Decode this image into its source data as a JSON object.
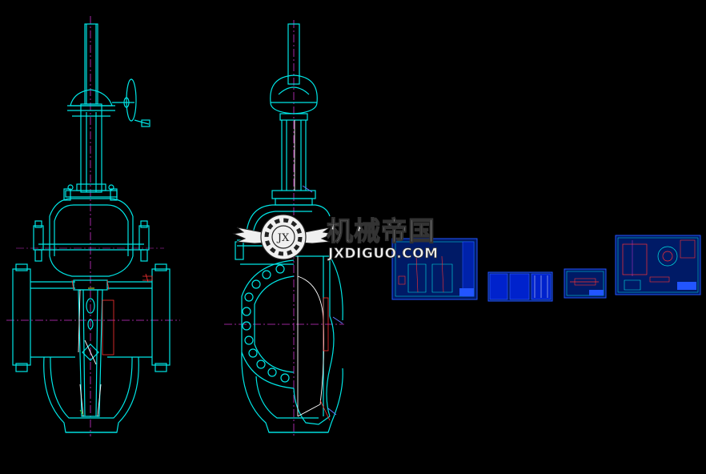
{
  "watermark": {
    "cn_text": "机械帝国",
    "url_text": "JXDIGUO.COM",
    "logo_letters": "JX"
  },
  "colors": {
    "background": "#000000",
    "outline": "#00e5e5",
    "centerline": "#cc33cc",
    "hatch": "#ff3333",
    "sheet_border": "#2255ff",
    "sheet_fill": "#0022aa",
    "white_line": "#ffffff",
    "dim_green": "#33cc33",
    "watermark_fill": "#f0f0f0",
    "watermark_stroke": "#222222"
  },
  "drawings": {
    "front_view": {
      "icon": "gate-valve-front-view"
    },
    "side_view": {
      "icon": "gate-valve-side-view"
    },
    "thumbnails": [
      {
        "name": "sheet-assembly",
        "icon": "drawing-sheet-icon"
      },
      {
        "name": "sheet-parts-list",
        "icon": "drawing-sheet-icon"
      },
      {
        "name": "sheet-stem-detail",
        "icon": "drawing-sheet-icon"
      },
      {
        "name": "sheet-bonnet-detail",
        "icon": "drawing-sheet-icon"
      }
    ]
  }
}
